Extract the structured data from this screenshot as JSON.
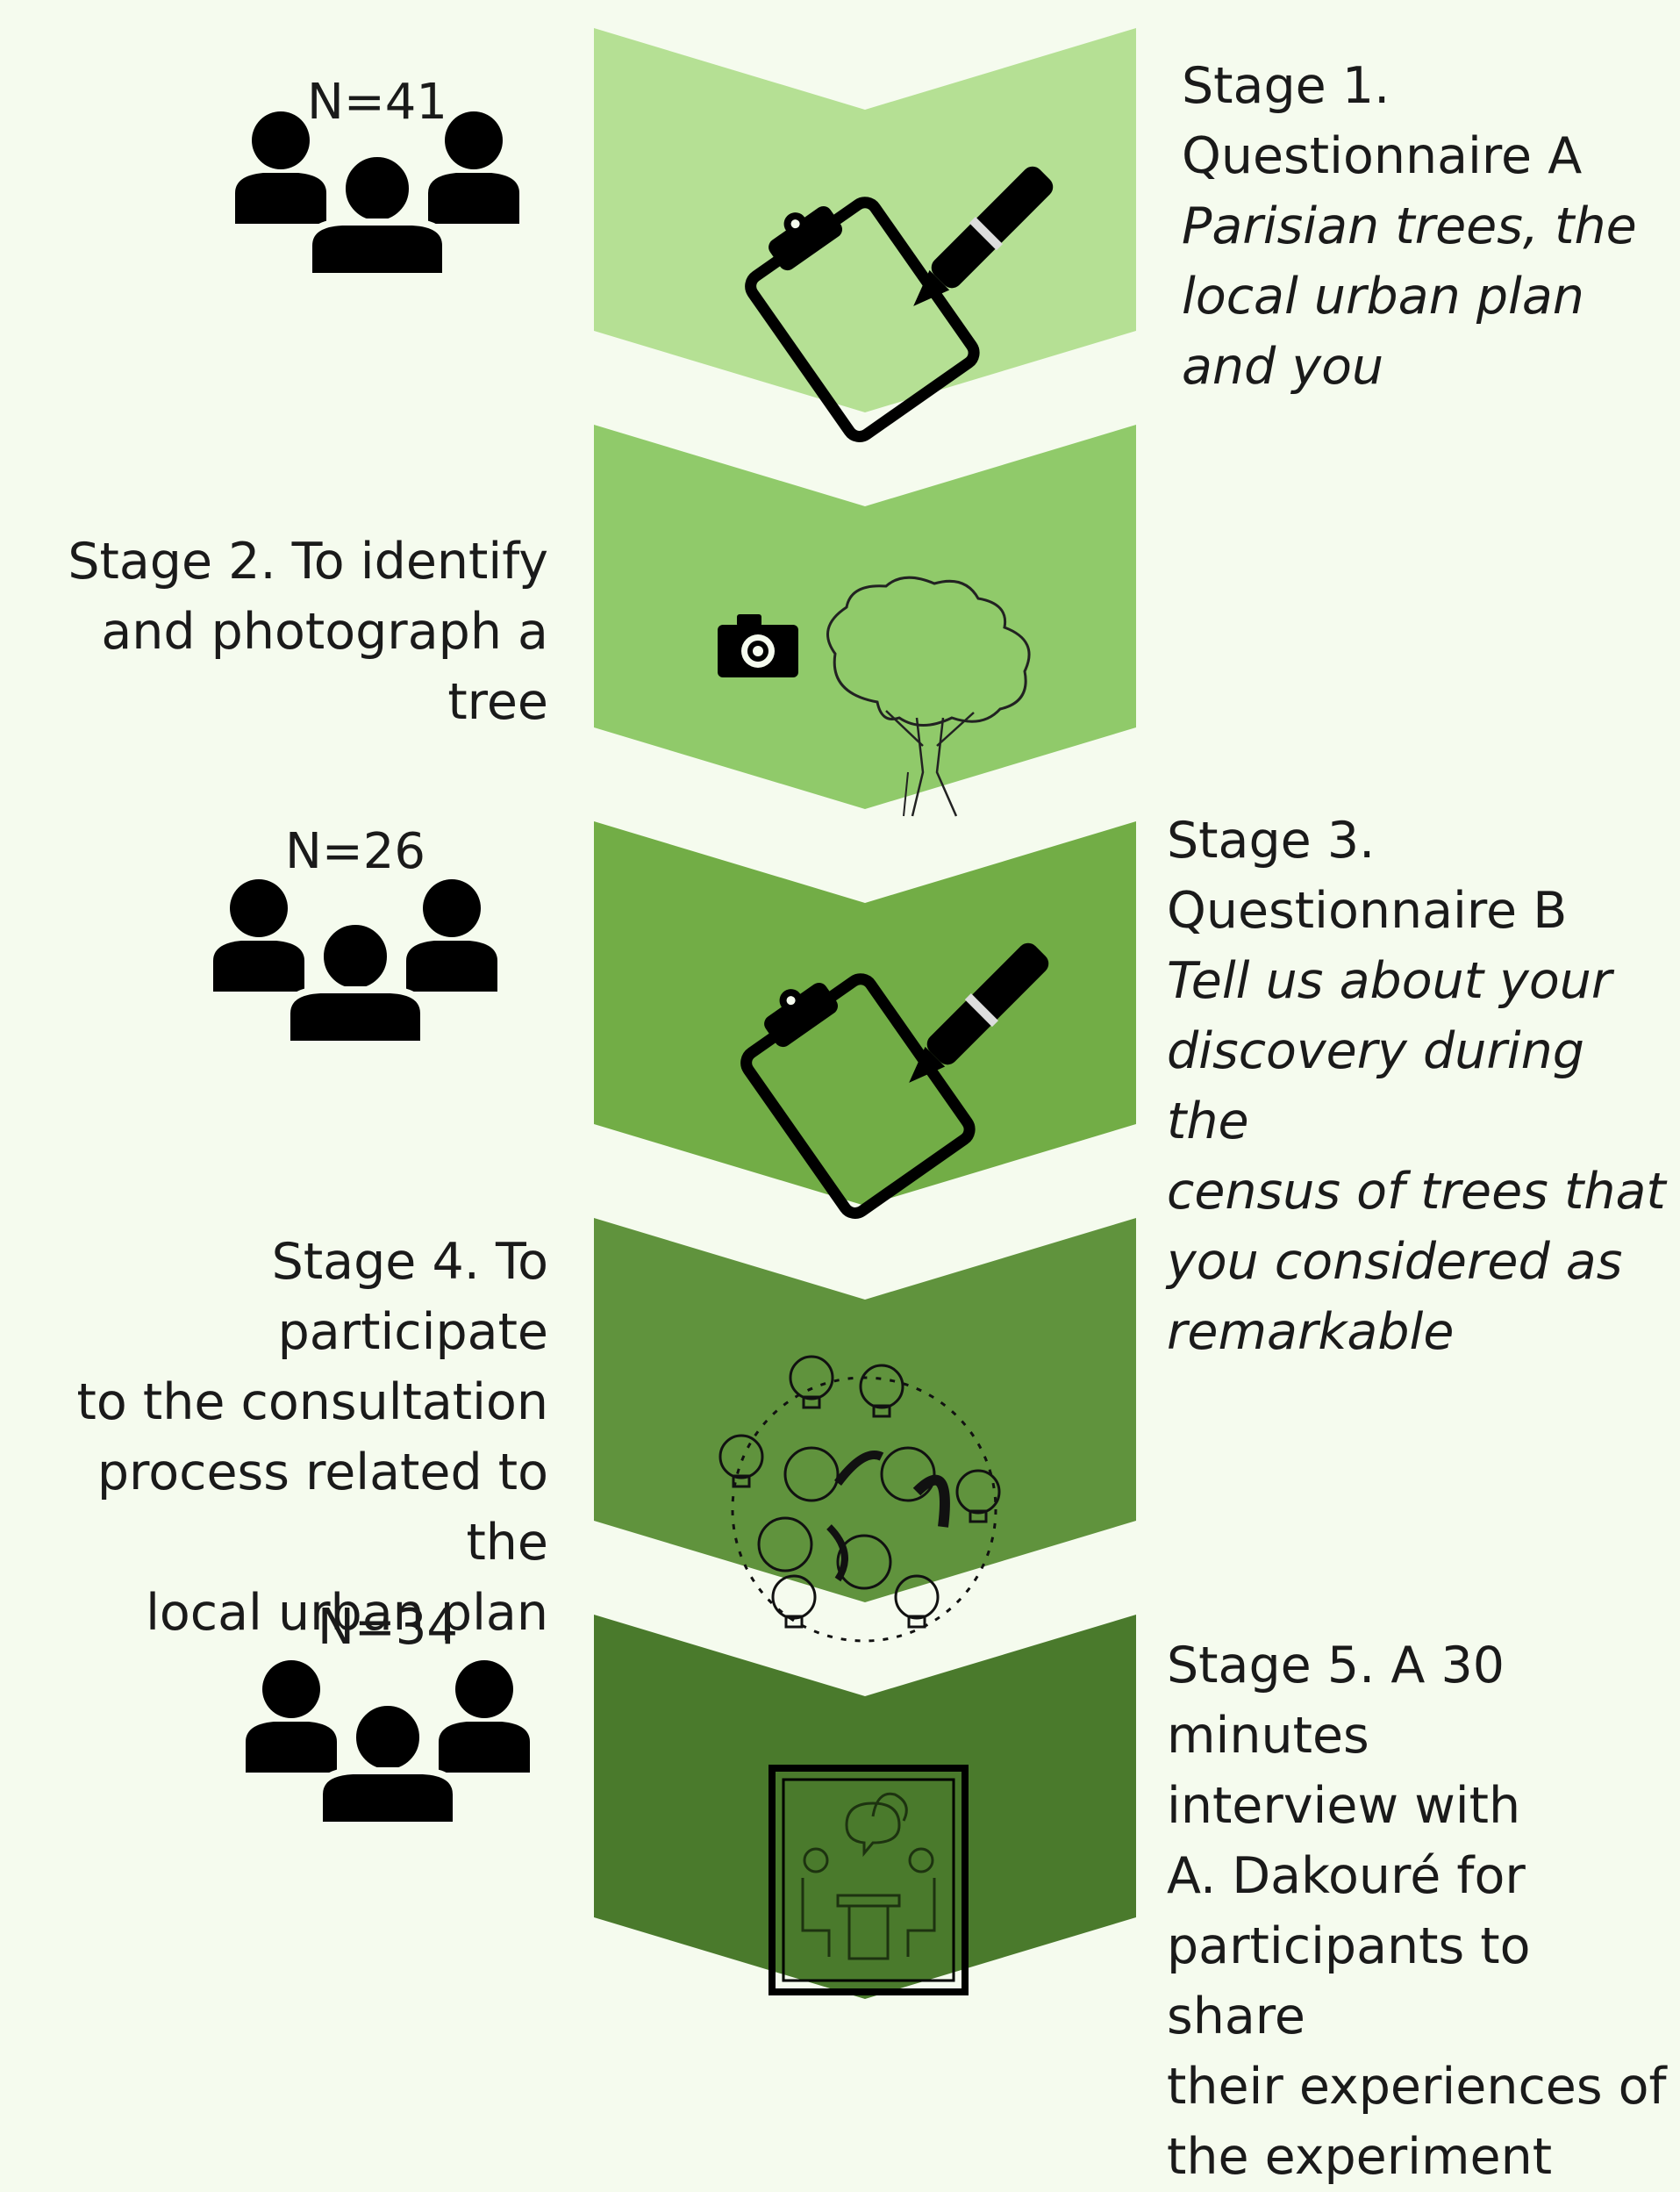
{
  "stages": [
    {
      "title_lines": [
        "Stage 1.",
        "Questionnaire A"
      ],
      "subtitle_lines": [
        "Parisian trees, the",
        "local urban plan",
        "and you"
      ],
      "count": "N=41",
      "color": "#b5e094",
      "icon": "clipboard-pen-icon"
    },
    {
      "title_lines": [
        "Stage 2. To identify",
        "and photograph a tree"
      ],
      "subtitle_lines": [],
      "color": "#90ca6a",
      "icon": "camera-tree-icon"
    },
    {
      "title_lines": [
        "Stage 3.",
        "Questionnaire B"
      ],
      "subtitle_lines": [
        "Tell us about your",
        "discovery during the",
        "census of trees that",
        "you considered as",
        "remarkable"
      ],
      "count": "N=26",
      "color": "#72ad46",
      "icon": "clipboard-pen-icon"
    },
    {
      "title_lines": [
        "Stage 4. To participate",
        "to the consultation",
        "process related to the",
        "local urban plan"
      ],
      "subtitle_lines": [],
      "color": "#60933d",
      "icon": "consultation-group-icon"
    },
    {
      "title_lines": [
        "Stage 5. A 30 minutes",
        "interview with",
        "A. Dakouré for",
        "participants to share",
        "their experiences of",
        "the experiment"
      ],
      "subtitle_lines": [],
      "count": "N=34",
      "color": "#4a7a2c",
      "icon": "interview-icon"
    }
  ]
}
